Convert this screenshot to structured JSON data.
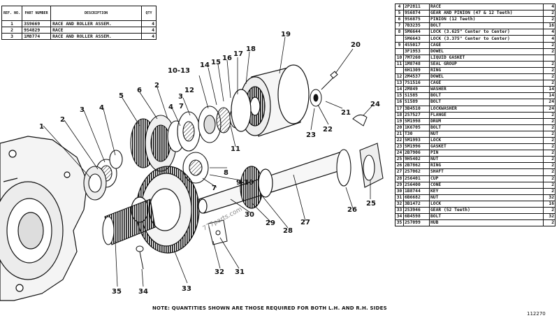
{
  "small_table": {
    "headers": {
      "ref": "REF. NO.",
      "part": "PART NUMBER",
      "desc": "DESCRIPTION",
      "qty": "QTY"
    },
    "rows": [
      {
        "ref": "1",
        "part": "3S9669",
        "desc": "RACE AND ROLLER ASSEM.",
        "qty": "4"
      },
      {
        "ref": "2",
        "part": "9S4829",
        "desc": "RACE",
        "qty": "4"
      },
      {
        "ref": "3",
        "part": "1M8774",
        "desc": "RACE AND ROLLER ASSEM.",
        "qty": "4"
      }
    ]
  },
  "parts_table": [
    {
      "ref": "4",
      "part": "2P2811",
      "desc": "RACE",
      "qty": "4"
    },
    {
      "ref": "5",
      "part": "9S6874",
      "desc": "GEAR AND PINION (47 & 12 Teeth)",
      "qty": "2"
    },
    {
      "ref": "6",
      "part": "9S6875",
      "desc": "PINION (12 Teeth)",
      "qty": "2"
    },
    {
      "ref": "7",
      "part": "7B3235",
      "desc": "BOLT",
      "qty": "16"
    },
    {
      "ref": "8",
      "part": "5M6644",
      "desc": "LOCK (3.625\" Center to Center)",
      "qty": "4"
    },
    {
      "ref": "",
      "part": "5M6643",
      "desc": "LOCK (3.375\" Center to Center)",
      "qty": "4"
    },
    {
      "ref": "9",
      "part": "4S5017",
      "desc": "CAGE",
      "qty": "2"
    },
    {
      "ref": "",
      "part": "3F1953",
      "desc": "DOWEL",
      "qty": "2"
    },
    {
      "ref": "10",
      "part": "7M7260",
      "desc": "LIQUID GASKET",
      "qty": ""
    },
    {
      "ref": "11",
      "part": "1M8748",
      "desc": "SEAL GROUP",
      "qty": "2"
    },
    {
      "ref": "",
      "part": "6H1309",
      "desc": "RING",
      "qty": "2"
    },
    {
      "ref": "12",
      "part": "2M4537",
      "desc": "DOWEL",
      "qty": "2"
    },
    {
      "ref": "13",
      "part": "7S1516",
      "desc": "CAGE",
      "qty": "2"
    },
    {
      "ref": "14",
      "part": "2M849",
      "desc": "WASHER",
      "qty": "14"
    },
    {
      "ref": "15",
      "part": "S1585",
      "desc": "BOLT",
      "qty": "14"
    },
    {
      "ref": "16",
      "part": "S1589",
      "desc": "BOLT",
      "qty": "24"
    },
    {
      "ref": "17",
      "part": "3B4510",
      "desc": "LOCKWASHER",
      "qty": "24"
    },
    {
      "ref": "18",
      "part": "2S7527",
      "desc": "FLANGE",
      "qty": "2"
    },
    {
      "ref": "19",
      "part": "5M1998",
      "desc": "DRUM",
      "qty": "2"
    },
    {
      "ref": "20",
      "part": "1K6705",
      "desc": "BOLT",
      "qty": "2"
    },
    {
      "ref": "21",
      "part": "T30",
      "desc": "NUT",
      "qty": "2"
    },
    {
      "ref": "22",
      "part": "5M1993",
      "desc": "LOCK",
      "qty": "2"
    },
    {
      "ref": "23",
      "part": "5M1996",
      "desc": "GASKET",
      "qty": "2"
    },
    {
      "ref": "24",
      "part": "2B7906",
      "desc": "PIN",
      "qty": "2"
    },
    {
      "ref": "25",
      "part": "9H5402",
      "desc": "NUT",
      "qty": "2"
    },
    {
      "ref": "26",
      "part": "2B7862",
      "desc": "RING",
      "qty": "2"
    },
    {
      "ref": "27",
      "part": "2S7062",
      "desc": "SHAFT",
      "qty": "2"
    },
    {
      "ref": "28",
      "part": "2S6401",
      "desc": "CUP",
      "qty": "2"
    },
    {
      "ref": "29",
      "part": "2S6400",
      "desc": "CONE",
      "qty": "2"
    },
    {
      "ref": "30",
      "part": "1B8744",
      "desc": "KEY",
      "qty": "2"
    },
    {
      "ref": "31",
      "part": "6B6682",
      "desc": "NUT",
      "qty": "32"
    },
    {
      "ref": "32",
      "part": "3B1472",
      "desc": "LOCK",
      "qty": "16"
    },
    {
      "ref": "33",
      "part": "2S3946",
      "desc": "GEAR (52 Teeth)",
      "qty": "2"
    },
    {
      "ref": "34",
      "part": "6B4598",
      "desc": "BOLT",
      "qty": "32"
    },
    {
      "ref": "35",
      "part": "2S7099",
      "desc": "HUB",
      "qty": "2"
    }
  ],
  "note": "NOTE: QUANTITIES SHOWN ARE THOSE REQUIRED FOR BOTH L.H. AND R.H. SIDES",
  "figure_number": "112270",
  "watermark": "777parts.com",
  "callouts": [
    "1",
    "2",
    "3",
    "4",
    "5",
    "6",
    "2",
    "3",
    "4",
    "7",
    "12",
    "10-13",
    "14",
    "15",
    "16",
    "17",
    "18",
    "19",
    "20",
    "21",
    "22",
    "23",
    "24",
    "11",
    "8",
    "9-10",
    "7",
    "25",
    "26",
    "27",
    "28",
    "29",
    "30",
    "31",
    "32",
    "33",
    "34",
    "35"
  ]
}
